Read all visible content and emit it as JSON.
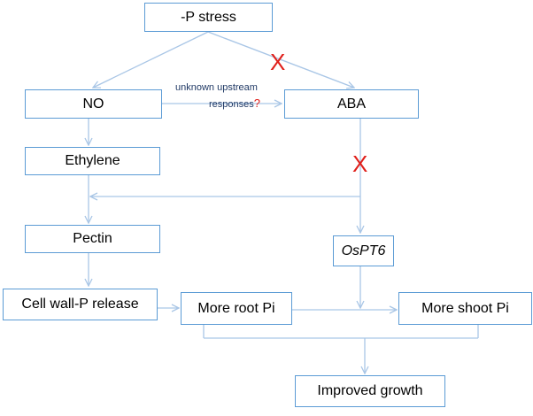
{
  "nodes": {
    "p_stress": "-P stress",
    "no": "NO",
    "aba": "ABA",
    "ethylene": "Ethylene",
    "pectin": "Pectin",
    "ospt6": "OsPT6",
    "cell_wall_p_release": "Cell wall-P release",
    "more_root_pi": "More root Pi",
    "more_shoot_pi": "More shoot Pi",
    "improved_growth": "Improved growth"
  },
  "annotations": {
    "unknown_line1": "unknown upstream",
    "unknown_line2": "responses",
    "question_mark": "?",
    "blocked_mark": "X"
  },
  "colors": {
    "box_border": "#5b9bd5",
    "connector": "#a9c6e6",
    "blocked": "#e0201b",
    "note_text": "#1f3864"
  }
}
